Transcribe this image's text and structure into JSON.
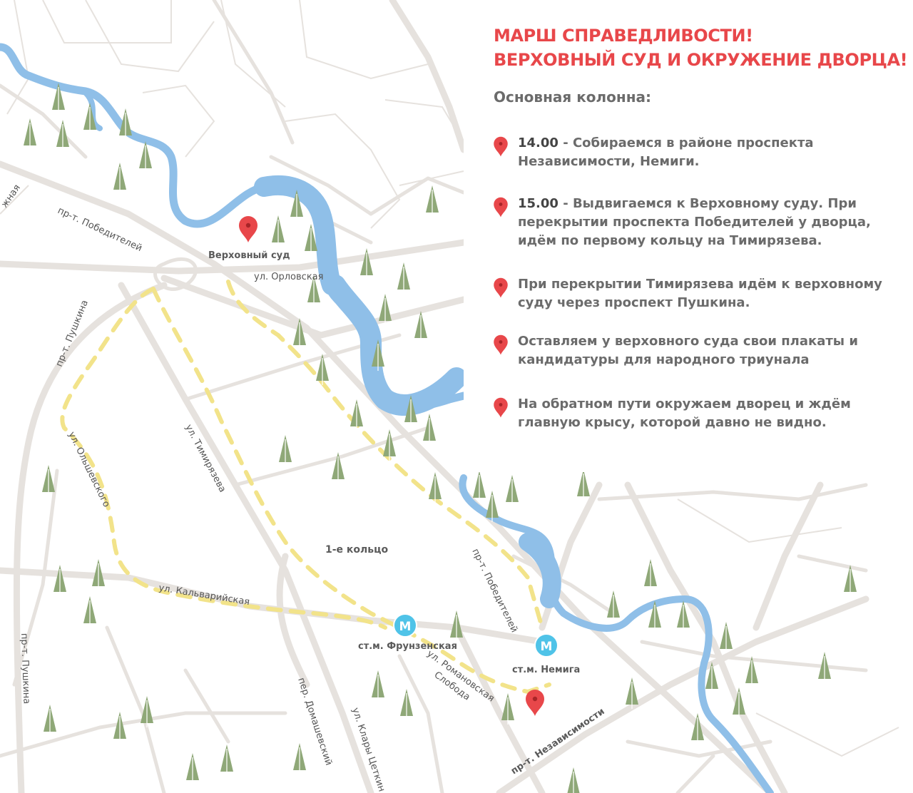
{
  "header": {
    "title_line1": "МАРШ СПРАВЕДЛИВОСТИ!",
    "title_line2": "ВЕРХОВНЫЙ СУД И ОКРУЖЕНИЕ ДВОРЦА!",
    "subtitle": "Основная колонна:"
  },
  "steps": [
    {
      "time": "14.00",
      "text": " - Собираемся в районе проспекта Независимости, Немиги."
    },
    {
      "time": "15.00",
      "text": " - Выдвигаемся к Верховному суду. При перекрытии проспекта Победителей у дворца, идём по первому кольцу на Тимирязева."
    },
    {
      "time": "",
      "text": "При перекрытии Тимирязева идём к верховному суду через проспект Пушкина."
    },
    {
      "time": "",
      "text": "Оставляем у верховного суда свои плакаты и кандидатуры для народного триунала"
    },
    {
      "time": "",
      "text": " На обратном пути окружаем дворец и ждём главную крысу, которой давно не видно."
    }
  ],
  "map": {
    "markers": {
      "supreme_court": "Верховный суд",
      "metro_frunzenskaya": "ст.м. Фрунзенская",
      "metro_nemiga": "ст.м. Немига",
      "metro_symbol": "M"
    },
    "labels": {
      "first_ring": "1-е кольцо",
      "slobo": "Слобода"
    },
    "streets": {
      "pobediteley_nw": "пр-т. Победителей",
      "pobediteley_se": "пр-т. Победителей",
      "orlovskaya": "ул. Орловская",
      "pushkina_n": "пр-т. Пушкина",
      "pushkina_s": "пр-т. Пушкина",
      "timiryazeva": "ул. Тимирязева",
      "olshevskogo": "ул. Ольшевского",
      "kalvariyskaya": "ул. Кальварийская",
      "domashevsky": "пер. Домашевский",
      "klary_tsetkin": "ул. Клары Цеткин",
      "romanovskaya": "ул. Романовская",
      "nezavisimosti": "пр-т. Независимости",
      "edge_nw": "жная"
    },
    "colors": {
      "river": "#8fbfe8",
      "route": "#f2e38a",
      "pin": "#e8474a",
      "metro": "#4fc3e8",
      "tree": "#8fa878",
      "road": "#e6e2de"
    }
  }
}
